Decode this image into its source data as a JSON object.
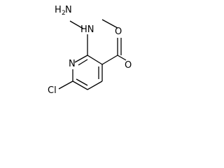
{
  "molecule": {
    "atoms": {
      "hydrazine_terminal": {
        "symbol": "H",
        "subscript": "2",
        "suffix": "N"
      },
      "hydrazine_nh": "HN",
      "ring_nitrogen": "N",
      "chlorine": "Cl",
      "carbonyl_oxygen": "O",
      "ester_oxygen": "O"
    }
  }
}
